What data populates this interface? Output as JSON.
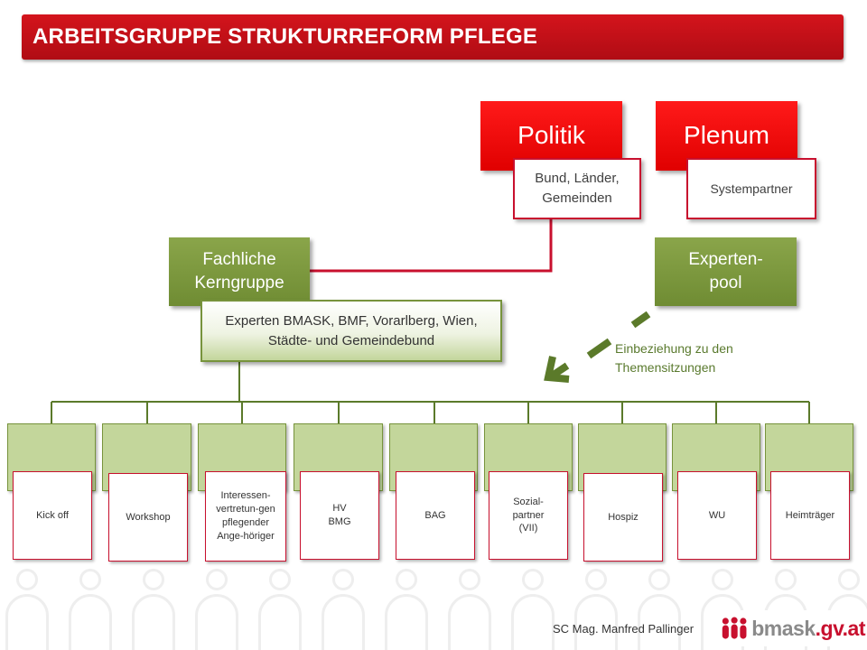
{
  "title": "ARBEITSGRUPPE STRUKTURREFORM PFLEGE",
  "politik": {
    "label": "Politik",
    "sub": "Bund, Länder, Gemeinden"
  },
  "plenum": {
    "label": "Plenum",
    "sub": "Systempartner"
  },
  "kerngruppe": {
    "label": "Fachliche Kerngruppe",
    "experts": "Experten BMASK, BMF, Vorarlberg, Wien, Städte- und Gemeindebund"
  },
  "expertenpool": {
    "label": "Experten-pool"
  },
  "annotation": "Einbeziehung zu den Themensitzungen",
  "subgroups": [
    {
      "label": "Kick off"
    },
    {
      "label": "Workshop"
    },
    {
      "label": "Interessen-vertretun-gen pflegender Ange-höriger"
    },
    {
      "label": "HV BMG"
    },
    {
      "label": "BAG"
    },
    {
      "label": "Sozial-partner (VII)"
    },
    {
      "label": "Hospiz"
    },
    {
      "label": "WU"
    },
    {
      "label": "Heimträger"
    }
  ],
  "footer": {
    "author": "SC Mag. Manfred Pallinger",
    "logo_main": "bmask",
    "logo_suffix": ".gv.at"
  },
  "colors": {
    "title_red": "#c8102e",
    "box_red": "#ff0000",
    "dark_green": "#77933c",
    "light_green": "#c3d69b"
  }
}
